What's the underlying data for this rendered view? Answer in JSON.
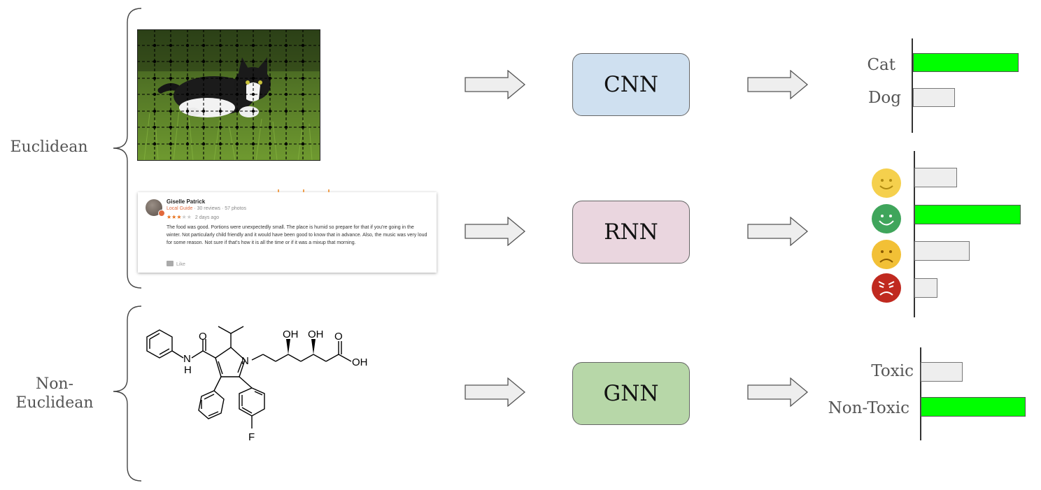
{
  "categories": {
    "euclidean": "Euclidean",
    "non_euclidean_line1": "Non-",
    "non_euclidean_line2": "Euclidean"
  },
  "models": {
    "cnn": "CNN",
    "rnn": "RNN",
    "gnn": "GNN"
  },
  "colors": {
    "cnn_box": "#cfe0f0",
    "rnn_box": "#ead6df",
    "gnn_box": "#b7d7a8",
    "highlight_bar": "#00ff00",
    "plain_bar": "#eeeeee"
  },
  "review": {
    "name": "Giselle Patrick",
    "guide": "Local Guide",
    "stats": " · 30 reviews · 57 photos",
    "stars_on": "★★★",
    "stars_off": "★★",
    "date": "2 days ago",
    "text": "The food was good. Portions were unexpectedly small. The place is humid so prepare for that if you're going in the winter. Not particularly child friendly and it would have been good to know that in advance. Also, the music was very loud for some reason. Not sure if that's how it is all the time or if it was a mixup that morning.",
    "like": "Like"
  },
  "molecule": {
    "o_label": "O",
    "nh_n": "N",
    "nh_h": "H",
    "n_label": "N",
    "oh1": "OH",
    "oh2": "OH",
    "o_acid": "O",
    "oh_acid": "OH",
    "f_label": "F"
  },
  "outputs": {
    "cnn": {
      "labels": [
        "Cat",
        "Dog"
      ],
      "values": [
        1.0,
        0.4
      ],
      "highlight": [
        true,
        false
      ]
    },
    "rnn": {
      "emojis": [
        "slightly-smiling-face",
        "smiling-face",
        "frowning-face",
        "angry-face"
      ],
      "emoji_colors": [
        "#f5d04d",
        "#3fa55b",
        "#f2c036",
        "#c0291f"
      ],
      "values": [
        0.4,
        1.0,
        0.52,
        0.22
      ],
      "highlight": [
        false,
        true,
        false,
        false
      ]
    },
    "gnn": {
      "labels": [
        "Toxic",
        "Non-Toxic"
      ],
      "values": [
        0.4,
        1.0
      ],
      "highlight": [
        false,
        true
      ]
    }
  }
}
